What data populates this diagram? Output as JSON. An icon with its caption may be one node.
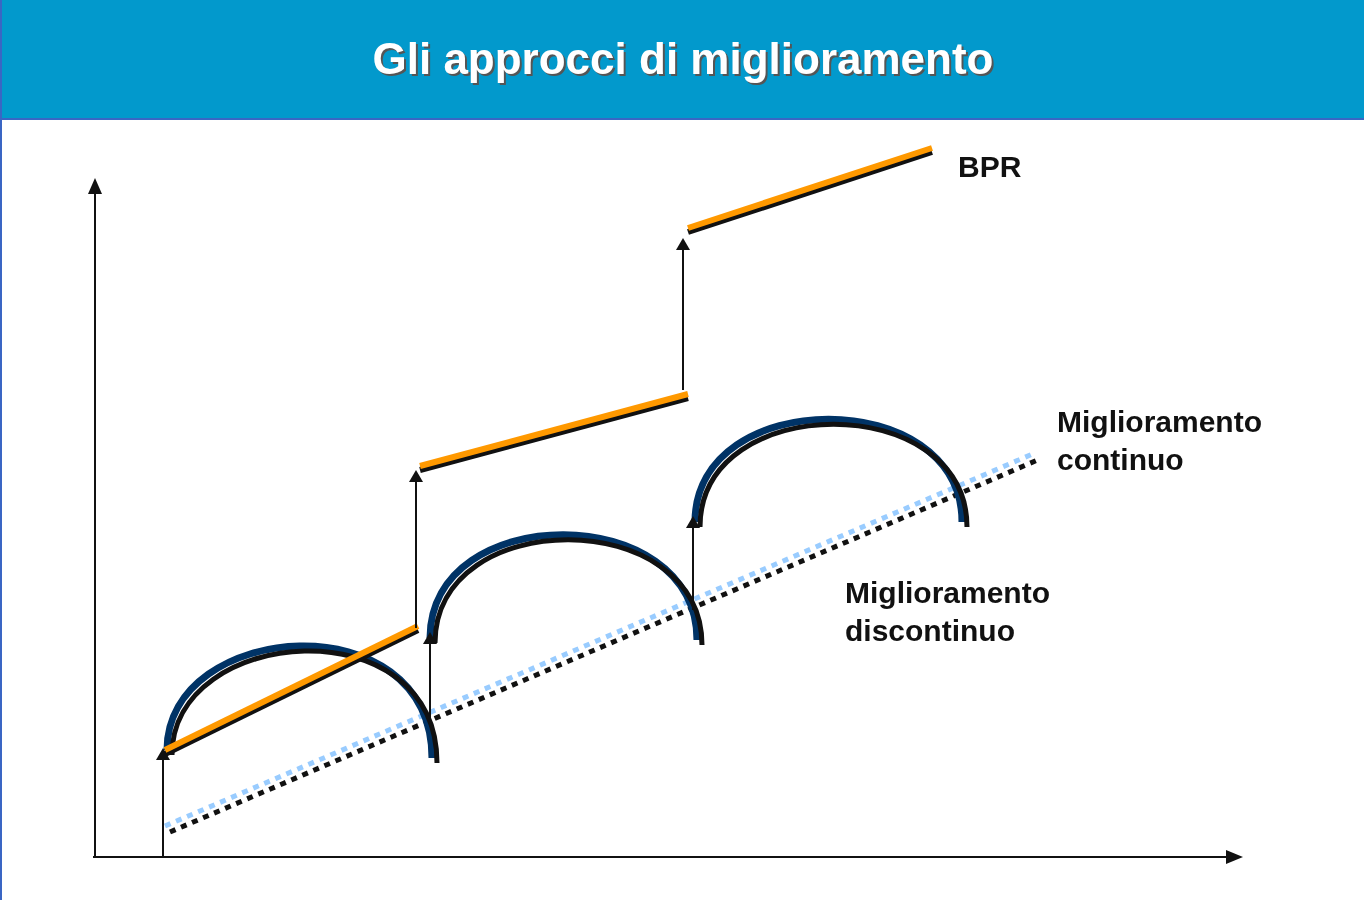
{
  "diagram": {
    "title": "Gli approcci di miglioramento",
    "labels": [
      "BPR",
      "Miglioramento continuo",
      "Miglioramento discontinuo"
    ]
  }
}
